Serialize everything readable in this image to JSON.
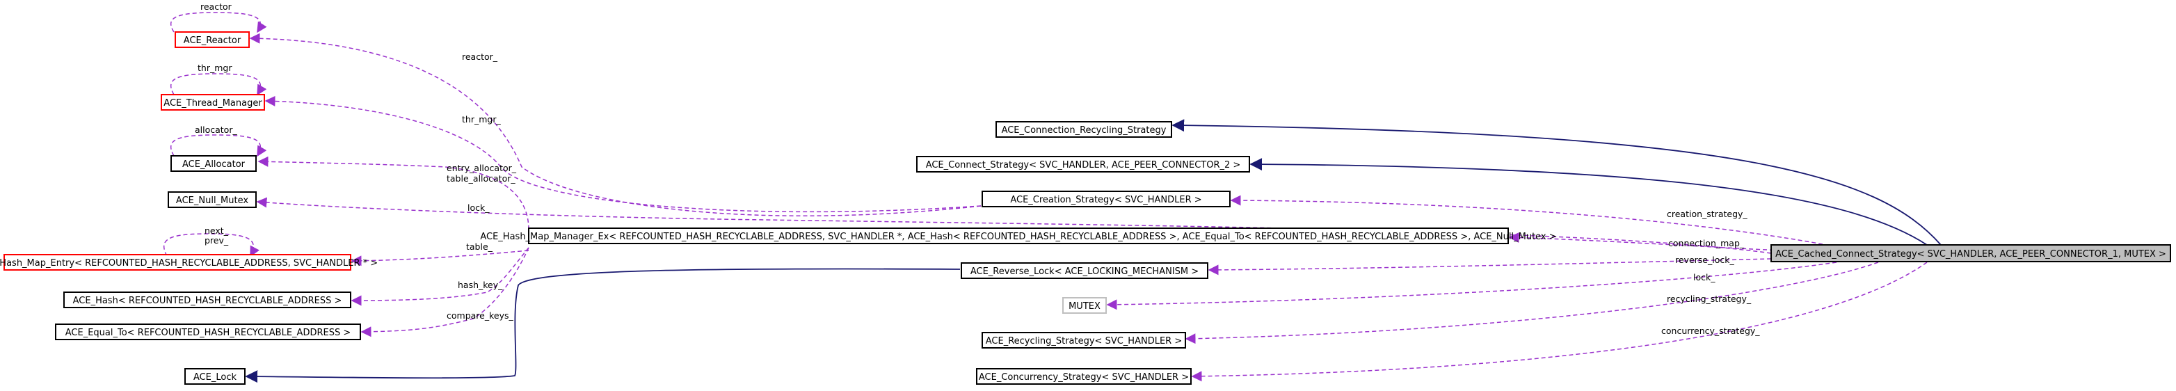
{
  "colors": {
    "background": "#ffffff",
    "node_border_normal": "#000000",
    "node_border_truncated": "#ff0000",
    "node_border_undocumented": "#bfbfbf",
    "node_fill_focus": "#bfbfbf",
    "inheritance_edge": "#191970",
    "usage_edge": "#9a32cd"
  },
  "nodes": {
    "reactor": {
      "label": "ACE_Reactor",
      "border": "truncated"
    },
    "thread_manager": {
      "label": "ACE_Thread_Manager",
      "border": "truncated"
    },
    "allocator": {
      "label": "ACE_Allocator",
      "border": "normal"
    },
    "null_mutex": {
      "label": "ACE_Null_Mutex",
      "border": "normal"
    },
    "hash_map_entry": {
      "label": "ACE_Hash_Map_Entry< REFCOUNTED_HASH_RECYCLABLE_ADDRESS, SVC_HANDLER * >",
      "border": "truncated"
    },
    "hash": {
      "label": "ACE_Hash< REFCOUNTED_HASH_RECYCLABLE_ADDRESS >",
      "border": "normal"
    },
    "equal_to": {
      "label": "ACE_Equal_To< REFCOUNTED_HASH_RECYCLABLE_ADDRESS >",
      "border": "normal"
    },
    "lock": {
      "label": "ACE_Lock",
      "border": "normal"
    },
    "connection_recycling_strategy": {
      "label": "ACE_Connection_Recycling_Strategy",
      "border": "normal"
    },
    "connect_strategy": {
      "label": "ACE_Connect_Strategy< SVC_HANDLER, ACE_PEER_CONNECTOR_2 >",
      "border": "normal"
    },
    "creation_strategy": {
      "label": "ACE_Creation_Strategy< SVC_HANDLER >",
      "border": "normal"
    },
    "hash_map_manager": {
      "label": "ACE_Hash_Map_Manager_Ex< REFCOUNTED_HASH_RECYCLABLE_ADDRESS, SVC_HANDLER *, ACE_Hash< REFCOUNTED_HASH_RECYCLABLE_ADDRESS >, ACE_Equal_To< REFCOUNTED_HASH_RECYCLABLE_ADDRESS >, ACE_Null_Mutex >",
      "border": "normal"
    },
    "reverse_lock": {
      "label": "ACE_Reverse_Lock< ACE_LOCKING_MECHANISM >",
      "border": "normal"
    },
    "mutex": {
      "label": "MUTEX",
      "border": "undocumented"
    },
    "recycling_strategy": {
      "label": "ACE_Recycling_Strategy< SVC_HANDLER >",
      "border": "normal"
    },
    "concurrency_strategy": {
      "label": "ACE_Concurrency_Strategy< SVC_HANDLER >",
      "border": "normal"
    },
    "cached_connect_strategy": {
      "label": "ACE_Cached_Connect_Strategy< SVC_HANDLER, ACE_PEER_CONNECTOR_1, MUTEX >",
      "border": "focus"
    }
  },
  "edge_labels": {
    "reactor_self": "reactor",
    "reactor": "reactor_",
    "thr_mgr_self": "thr_mgr",
    "thr_mgr": "thr_mgr_",
    "allocator_self": "allocator_",
    "entry_allocator": "entry_allocator_",
    "table_allocator": "table_allocator_",
    "lock_mutex": "lock_",
    "next_prev": "next_\nprev_",
    "table": "table_",
    "hash_key": "hash_key_",
    "compare_keys": "compare_keys_",
    "creation_strategy": "creation_strategy_",
    "connection_map": "connection_map_",
    "reverse_lock": "reverse_lock_",
    "lock": "lock_",
    "recycling_strategy": "recycling_strategy_",
    "concurrency_strategy": "concurrency_strategy_"
  }
}
